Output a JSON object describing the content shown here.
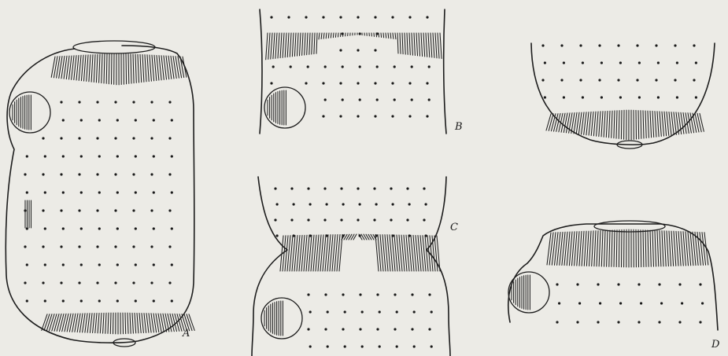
{
  "plate": {
    "background": "#ecebe6",
    "ink": "#1c1c1c"
  },
  "figures": [
    {
      "id": "A",
      "label": "A",
      "description_icon": "organism-body-outline"
    },
    {
      "id": "B",
      "label": "B",
      "description_icon": "band-segment"
    },
    {
      "id": "C",
      "label": "C",
      "description_icon": "constricted-segment"
    },
    {
      "id": "top-right",
      "label": "",
      "description_icon": "lower-cap"
    },
    {
      "id": "D",
      "label": "D",
      "description_icon": "upper-cap"
    }
  ]
}
